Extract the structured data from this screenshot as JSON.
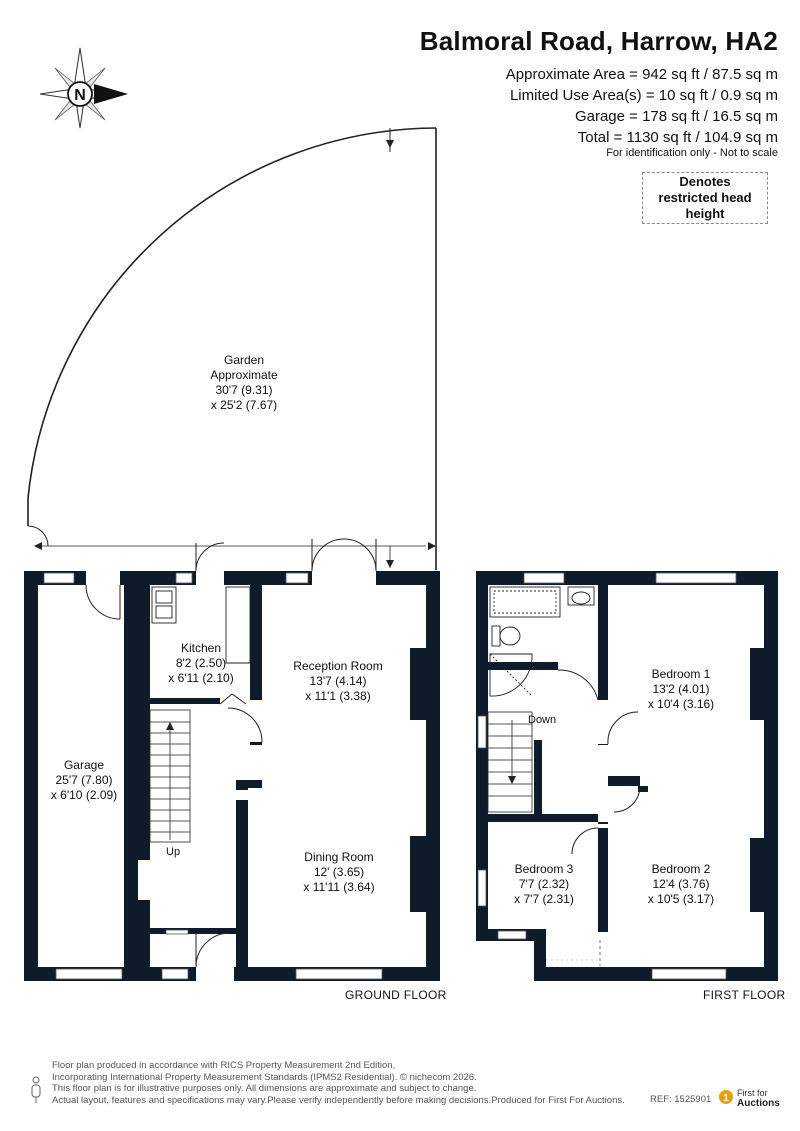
{
  "header": {
    "title": "Balmoral Road, Harrow, HA2",
    "areas": [
      "Approximate Area = 942 sq ft / 87.5 sq m",
      "Limited Use Area(s) = 10 sq ft / 0.9 sq m",
      "Garage = 178 sq ft / 16.5 sq m",
      "Total = 1130 sq ft / 104.9 sq m"
    ],
    "scale_note": "For identification only - Not to scale"
  },
  "legend": {
    "restricted": "Denotes restricted head height"
  },
  "compass": {
    "letter": "N",
    "icon": "compass-rose-icon"
  },
  "rooms": {
    "garden": [
      "Garden",
      "Approximate",
      "30'7 (9.31)",
      "x 25'2 (7.67)"
    ],
    "kitchen": [
      "Kitchen",
      "8'2 (2.50)",
      "x 6'11 (2.10)"
    ],
    "reception": [
      "Reception Room",
      "13'7 (4.14)",
      "x 11'1 (3.38)"
    ],
    "garage": [
      "Garage",
      "25'7 (7.80)",
      "x 6'10 (2.09)"
    ],
    "dining": [
      "Dining Room",
      "12' (3.65)",
      "x 11'11 (3.64)"
    ],
    "bedroom1": [
      "Bedroom 1",
      "13'2 (4.01)",
      "x 10'4 (3.16)"
    ],
    "bedroom3": [
      "Bedroom 3",
      "7'7 (2.32)",
      "x 7'7 (2.31)"
    ],
    "bedroom2": [
      "Bedroom 2",
      "12'4 (3.76)",
      "x 10'5 (3.17)"
    ]
  },
  "stairs": {
    "up": "Up",
    "down": "Down"
  },
  "floors": {
    "ground": "GROUND FLOOR",
    "first": "FIRST FLOOR"
  },
  "footer": {
    "lines": [
      "Floor plan produced in accordance with RICS Property Measurement 2nd Edition,",
      "Incorporating International Property Measurement Standards (IPMS2 Residential).  © nichecom 2026.",
      "This floor plan is for illustrative purposes only. All dimensions are approximate and subject to change.",
      "Actual layout, features and specifications may vary.Please verify independently before making decisions.Produced for First For Auctions."
    ],
    "ref": "REF:  1525901",
    "logo": [
      "First for",
      "Auctions"
    ]
  },
  "colors": {
    "wall": "#0d1b2a",
    "text": "#111111",
    "logo": "#e8a200"
  }
}
